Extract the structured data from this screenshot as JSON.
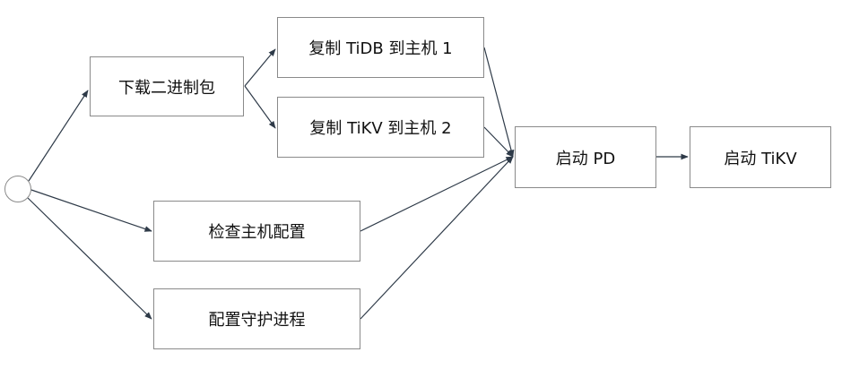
{
  "diagram": {
    "type": "flowchart",
    "nodes": [
      {
        "id": "start",
        "label": ""
      },
      {
        "id": "download",
        "label": "下载二进制包"
      },
      {
        "id": "copy_tidb",
        "label": "复制 TiDB 到主机 1"
      },
      {
        "id": "copy_tikv",
        "label": "复制 TiKV 到主机 2"
      },
      {
        "id": "check",
        "label": "检查主机配置"
      },
      {
        "id": "daemon",
        "label": "配置守护进程"
      },
      {
        "id": "pd",
        "label": "启动 PD"
      },
      {
        "id": "tikv",
        "label": "启动 TiKV"
      }
    ],
    "edges": [
      {
        "from": "start",
        "to": "download"
      },
      {
        "from": "start",
        "to": "check"
      },
      {
        "from": "start",
        "to": "daemon"
      },
      {
        "from": "download",
        "to": "copy_tidb"
      },
      {
        "from": "download",
        "to": "copy_tikv"
      },
      {
        "from": "copy_tidb",
        "to": "pd"
      },
      {
        "from": "copy_tikv",
        "to": "pd"
      },
      {
        "from": "check",
        "to": "pd"
      },
      {
        "from": "daemon",
        "to": "pd"
      },
      {
        "from": "pd",
        "to": "tikv"
      }
    ]
  },
  "colors": {
    "edge": "#2e3a48",
    "node_border": "#8a8a8a",
    "text": "#111111"
  }
}
